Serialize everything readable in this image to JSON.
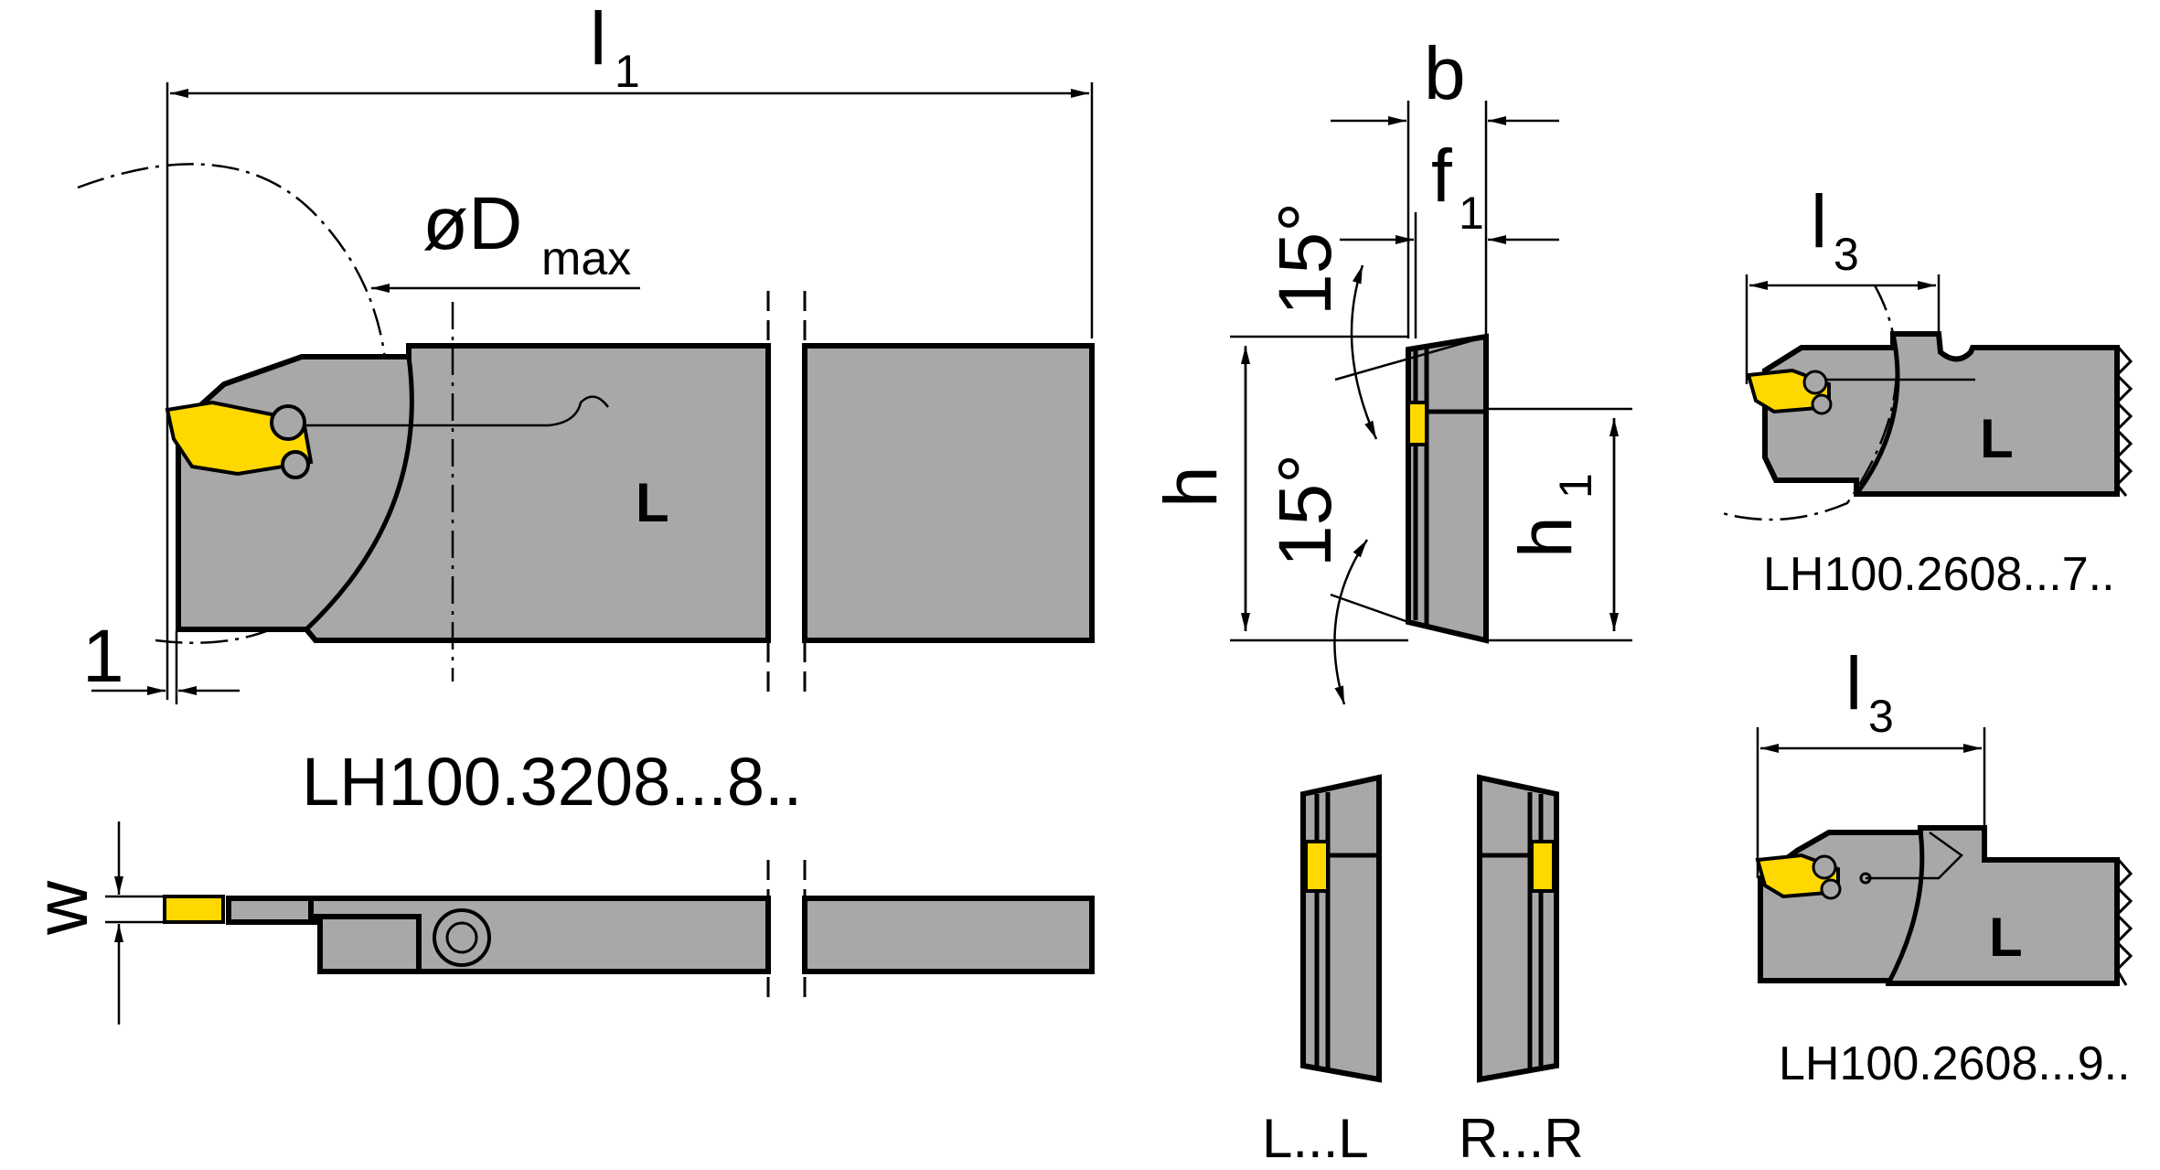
{
  "labels": {
    "l1": "l",
    "l1_sub": "1",
    "dmax": "øD",
    "dmax_sub": "max",
    "b": "b",
    "f1": "f",
    "f1_sub": "1",
    "angle_top": "15°",
    "angle_bottom": "15°",
    "h": "h",
    "h1": "h",
    "h1_sub": "1",
    "one": "1",
    "w": "w",
    "hand_main": "L",
    "l3_a": "l",
    "l3_a_sub": "3",
    "hand_detail_a": "L",
    "l3_b": "l",
    "l3_b_sub": "3",
    "hand_detail_b": "L"
  },
  "captions": {
    "main": "LH100.3208...8..",
    "detail_a": "LH100.2608...7..",
    "detail_b": "LH100.2608...9..",
    "left_variant": "L...L",
    "right_variant": "R...R"
  },
  "colors": {
    "body": "#a8a8a8",
    "insert": "#ffd800",
    "line": "#000000"
  }
}
